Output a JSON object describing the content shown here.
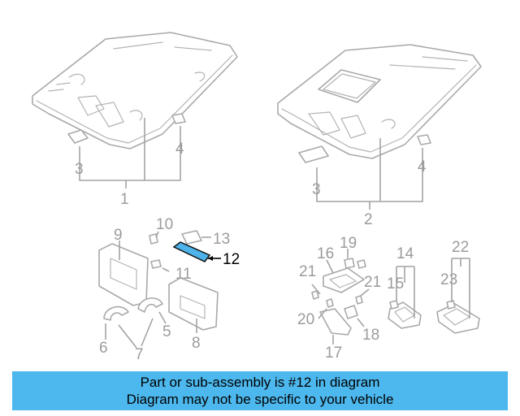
{
  "diagram": {
    "callouts": {
      "n1": "1",
      "n2": "2",
      "n3a": "3",
      "n3b": "3",
      "n4a": "4",
      "n4b": "4",
      "n5": "5",
      "n6": "6",
      "n7": "7",
      "n8": "8",
      "n9": "9",
      "n10": "10",
      "n11": "11",
      "n12": "12",
      "n13": "13",
      "n14": "14",
      "n15": "15",
      "n16": "16",
      "n17": "17",
      "n18": "18",
      "n19": "19",
      "n20": "20",
      "n21a": "21",
      "n21b": "21",
      "n22": "22",
      "n23": "23"
    },
    "highlighted_part": "12",
    "highlight_color": "#4db3e8"
  },
  "banner": {
    "line1": "Part or sub-assembly is #12 in diagram",
    "line2": "Diagram may not be specific to your vehicle",
    "background": "#4db8ee"
  }
}
